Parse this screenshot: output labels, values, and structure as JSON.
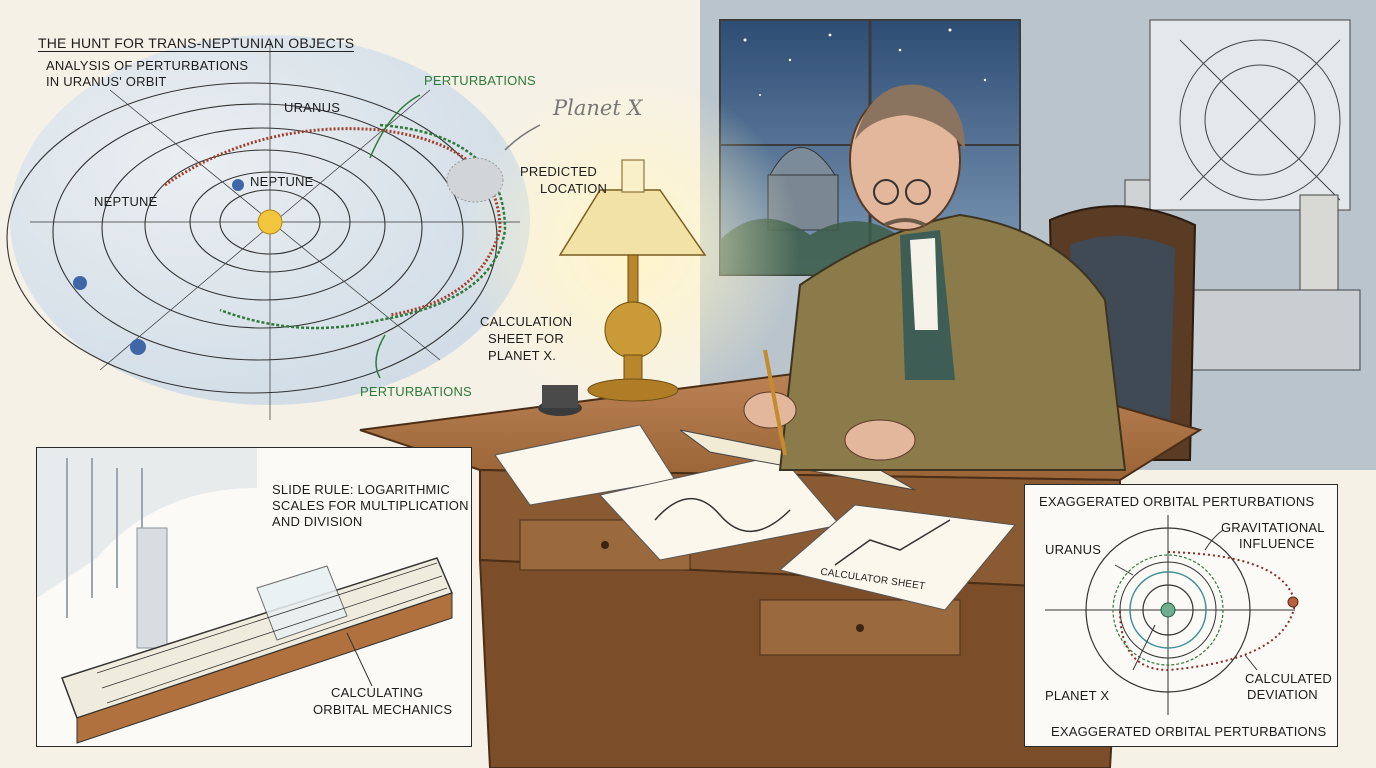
{
  "title": "THE HUNT FOR TRANS-NEPTUNIAN OBJECTS",
  "subtitle_line1": "ANALYSIS OF PERTURBATIONS",
  "subtitle_line2": "IN URANUS' ORBIT",
  "orbit_diagram": {
    "uranus": "URANUS",
    "neptune_inner": "NEPTUNE",
    "neptune_outer": "NEPTUNE",
    "perturbations_top": "PERTURBATIONS",
    "perturbations_bottom": "PERTURBATIONS",
    "planet_x": "Planet X",
    "predicted_line1": "PREDICTED",
    "predicted_line2": "LOCATION",
    "calc_line1": "CALCULATION",
    "calc_line2": "SHEET FOR",
    "calc_line3": "PLANET X."
  },
  "slide_rule_panel": {
    "caption_line1": "SLIDE RULE: LOGARITHMIC",
    "caption_line2": "SCALES FOR MULTIPLICATION",
    "caption_line3": "AND DIVISION",
    "bottom_line1": "CALCULATING",
    "bottom_line2": "ORBITAL MECHANICS"
  },
  "desk_sheet_label": "CALCULATOR SHEET",
  "inset_panel": {
    "title": "EXAGGERATED ORBITAL PERTURBATIONS",
    "uranus": "URANUS",
    "gravitational_line1": "GRAVITATIONAL",
    "gravitational_line2": "INFLUENCE",
    "calculated_line1": "CALCULATED",
    "calculated_line2": "DEVIATION",
    "planet_x": "PLANET X",
    "footer": "EXAGGERATED ORBITAL PERTURBATIONS"
  },
  "colors": {
    "paper": "#f6f1e6",
    "ink": "#1d1d1d",
    "perturbation_green": "#2f7a3a",
    "perturbation_red": "#a0402c",
    "night_sky": "#3d5f86",
    "wood": "#8a5a32",
    "tweed_jacket": "#8b7a4a",
    "lamp_glow": "#ffe7a0"
  }
}
